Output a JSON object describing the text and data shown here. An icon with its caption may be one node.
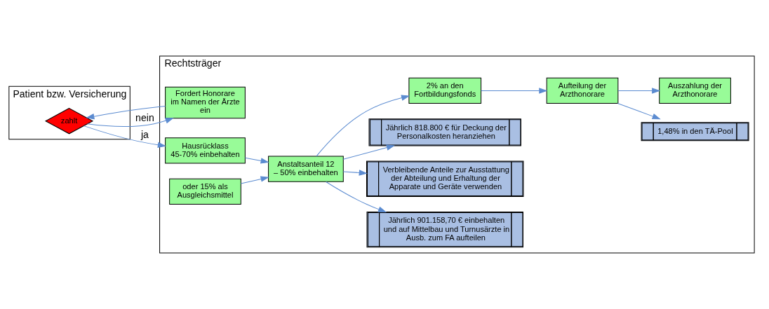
{
  "diagram": {
    "nodes": [
      {
        "text": [
          "Rechtsträger"
        ]
      },
      {
        "text": [
          "Fordert Honorare im Namen der Ärzte ein"
        ],
        "in": 0
      },
      {
        "text": [
          "Hausrücklass 45-70% einbehalten"
        ],
        "in": 0
      },
      {
        "text": [
          "oder 15% als Ausgleichsmittel"
        ],
        "in": 0
      },
      {
        "text": [
          "Jährlich 901.158,70 € einbehalten und auf Mittelbau und Turnusärzte in Ausb. zum FA aufteilen"
        ],
        "in": 0
      },
      {
        "text": [
          "Anstaltsanteil 12 – 50% einbehalten"
        ],
        "in": 0
      },
      {
        "text": [
          "Verbleibende Anteile zur Ausstattung der Abteilung und Erhaltung der Apparate und Geräte verwenden"
        ],
        "in": 0
      },
      {
        "text": [
          "Jährlich 818.800 € für Deckung der Personalkosten heranziehen"
        ],
        "in": 0
      },
      {
        "text": [
          "2% an den Fortbildungsfonds"
        ],
        "in": 0
      },
      {
        "text": [
          "1,48% in den TÄ-Pool"
        ],
        "in": 0
      },
      {
        "text": [
          "Aufteilung der Arzthonorare"
        ],
        "in": 0
      },
      {
        "text": [
          "Auszahlung der Arzthonorare"
        ],
        "in": 0
      },
      {
        "text": [
          "Patient bzw. Versicherung"
        ]
      },
      {
        "text": [
          "zahlt"
        ],
        "in": 12
      }
    ],
    "edges": [
      {
        "from": 1,
        "to": 13,
        "arrow": "to"
      },
      {
        "from": 13,
        "to": 1,
        "arrow": "to",
        "label": "nein"
      },
      {
        "from": 13,
        "to": 2,
        "arrow": "to",
        "label": "ja"
      },
      {
        "from": 2,
        "to": 5,
        "arrow": "to"
      },
      {
        "from": 3,
        "to": 5,
        "arrow": "to"
      },
      {
        "from": 5,
        "to": 4,
        "arrow": "to"
      },
      {
        "from": 5,
        "to": 6,
        "arrow": "to"
      },
      {
        "from": 5,
        "to": 7,
        "arrow": "to"
      },
      {
        "from": 5,
        "to": 8,
        "arrow": "to"
      },
      {
        "from": 8,
        "to": 10,
        "arrow": "to"
      },
      {
        "from": 10,
        "to": 9,
        "arrow": "to"
      },
      {
        "from": 10,
        "to": 11,
        "arrow": "to"
      }
    ]
  }
}
